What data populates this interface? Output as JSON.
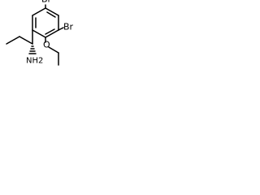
{
  "molecule": {
    "atoms": {
      "br_top": "Br",
      "br_right": "Br",
      "oxygen": "O",
      "amine": "NH2"
    },
    "line_color": "#000000",
    "background": "#ffffff"
  }
}
